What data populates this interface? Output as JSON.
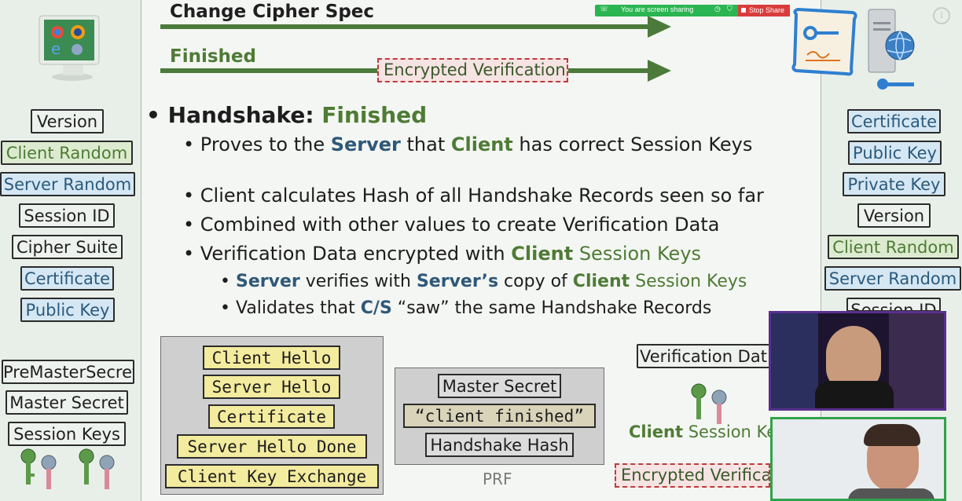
{
  "arrows": {
    "change_cipher_spec": "Change Cipher Spec",
    "finished": "Finished",
    "encrypted_verification": "Encrypted Verification"
  },
  "share_bar": {
    "status": "You are screen sharing",
    "stop": "Stop Share"
  },
  "left_panel": {
    "items": [
      "Version",
      "Client Random",
      "Server Random",
      "Session ID",
      "Cipher Suite",
      "Certificate",
      "Public Key"
    ],
    "secrets": [
      "PreMasterSecret",
      "Master Secret",
      "Session Keys"
    ]
  },
  "right_panel": {
    "items": [
      "Certificate",
      "Public Key",
      "Private Key",
      "Version",
      "Client Random",
      "Server Random",
      "Session ID"
    ]
  },
  "main": {
    "heading_prefix": "Handshake:",
    "heading_accent": "Finished",
    "b1_pre": "Proves to the ",
    "b1_server": "Server",
    "b1_mid": " that ",
    "b1_client": "Client",
    "b1_post": " has correct Session Keys",
    "b2": "Client calculates Hash of all Handshake Records seen so far",
    "b3": "Combined with other values to create Verification Data",
    "b4_pre": "Verification Data encrypted with ",
    "b4_client": "Client",
    "b4_post": " Session Keys",
    "s1_server": "Server",
    "s1_mid": " verifies with ",
    "s1_servers": "Server’s",
    "s1_copy": " copy of ",
    "s1_client": "Client",
    "s1_post": " Session Keys",
    "s2_pre": "Validates that ",
    "s2_cs": "C/S",
    "s2_post": " “saw” the same Handshake Records"
  },
  "records": [
    "Client Hello",
    "Server Hello",
    "Certificate",
    "Server Hello Done",
    "Client Key Exchange"
  ],
  "prf": {
    "inputs": [
      "Master Secret",
      "“client finished”",
      "Handshake Hash"
    ],
    "label": "PRF"
  },
  "verification": {
    "data_label": "Verification Dat",
    "client_prefix": "Client",
    "session_keys": " Session Ke",
    "encrypted": "Encrypted Verifica"
  },
  "colors": {
    "arrow": "#4c7a3a",
    "server_blue": "#2f5878",
    "client_green": "#4e7b35",
    "dashed_red": "#c03a3a"
  }
}
